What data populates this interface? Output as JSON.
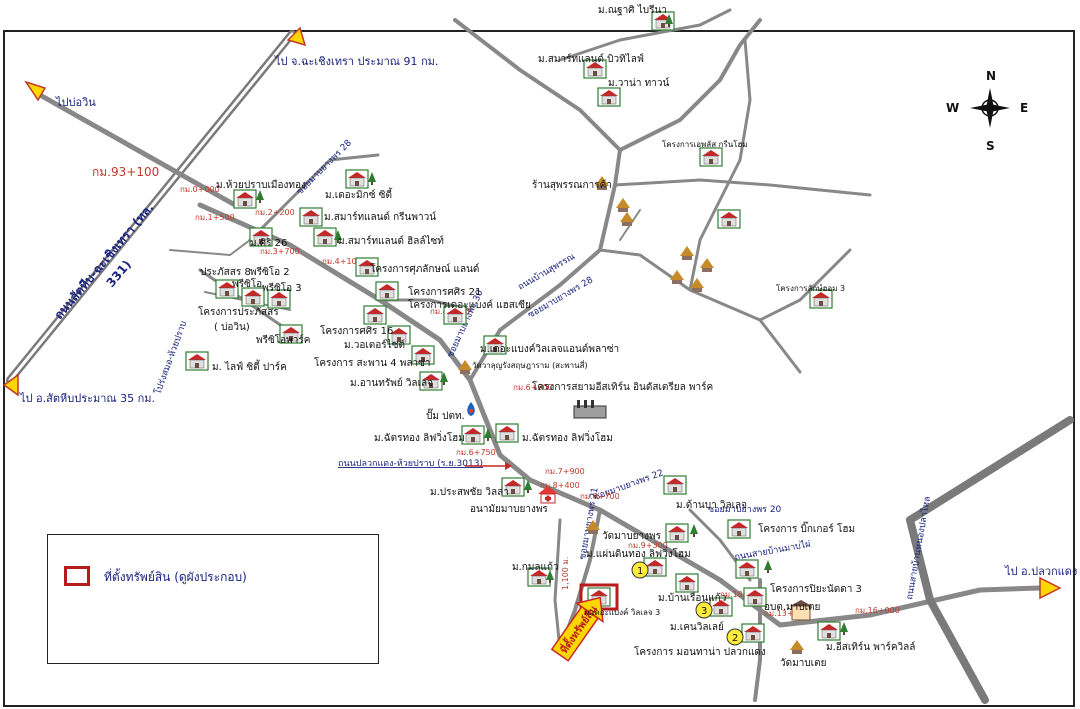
{
  "legend": {
    "label": "ที่ตั้งทรัพย์สิน (ดูผังประกอบ)",
    "swatch_color": "#b71c1c"
  },
  "compass": {
    "n": "N",
    "s": "S",
    "e": "E",
    "w": "W"
  },
  "directions": {
    "chiang_rai": "ไป จ.ฉะเชิงเทรา ประมาณ 91 กม.",
    "bo_win": "ไปบ่อวิน",
    "sattahip": "ไป อ.สัตหีบประมาณ 35 กม.",
    "pluak_daeng": "ไป อ.ปลวกแดง"
  },
  "highway": {
    "name": "ถนนสัตหีบ-ฉะเชิงเทรา (ทล.",
    "number": "331)"
  },
  "km_markers": {
    "km93": "กม.93+100",
    "k0": "กม.0+000",
    "k1_5": "กม.1+500",
    "k2_2": "กม.2+200",
    "k3_7": "กม.3+700",
    "k4_1": "กม.4+100",
    "k4_8": "กม.4+800",
    "k6_3": "กม.6+300",
    "k6_75": "กม.6+750",
    "k7_9": "กม.7+900",
    "k8_4": "กม.8+400",
    "k8_7": "กม.8+700",
    "k9_3": "กม.9+300",
    "k10_9": "กม.10+900",
    "k13_6": "กม.13+600",
    "k16": "กม.16+000"
  },
  "roads": {
    "soi28": "ซอยมาบยางพร 28",
    "soi28b": "ซอยมาบยางพร 28",
    "soi30": "ซอยมาบยางพร 30",
    "soi22": "ซอยมาบยางพร 22",
    "soi20": "ซอยมาบยางพร 20",
    "soi21": "ซอยมาบยางพร 21",
    "buansuthi": "ถนนบ้านสุพรรณ",
    "pluakdaeng_road": "ถนนปลวกแดง-ห้วยปราบ (ร.ย.3013)",
    "ban_nong": "ถนนสายบ้านหนองปลาไหล",
    "mab_yang": "ถนนสายบ้านมาบไผ่",
    "bo_win_road": "โปร่งสมอ-ห้วยปราบ",
    "distance": "1,100 ม."
  },
  "places": {
    "p01": "ม.ณฐาศิ ไบรีนา",
    "p02": "ม.สมาร์ทแลนด์ บิวทิไลฟ์",
    "p03": "ม.วาน่า ทาวน์",
    "p04": "โครงการเอพลัส กรีนโฮม",
    "p05": "ร้านสุพรรณการค้า",
    "p06": "โครงการลักษ์ฮอม 3",
    "p07": "ม.ห้วยปราบเมืองทอง",
    "p08": "ม.เดอะมิกซ์ ซิตี้",
    "p09": "ม.สมาร์ทแลนด์ กรีนพาวน์",
    "p10": "ม.ศิริ 26",
    "p11": "ม.สมาร์ทแลนด์ ฮิลล์ไซท์",
    "p12": "ประภัสสร 8",
    "p13": "พรีซิโอ 2",
    "p14": "พรีซิโอ",
    "p15": "พรีซิโอ 3",
    "p16": "โครงการประภัสสร",
    "p17": "( บ่อวิน)",
    "p18": "พรีซิโอพาร์ค",
    "p19": "ม. ไลฟ์ ซิตี้ ปาร์ค",
    "p20": "โครงการศุภลักษณ์ แลนด์",
    "p21": "โครงการศศิร 21",
    "p22": "โครงการเดอะแบงค์ แฮสเซีย",
    "p23": "โครงการศศิร 16",
    "p24": "ม.วอเตอร์ไซต์",
    "p25": "โครงการ สะพาน 4 พลาซ่า",
    "p26": "ม.อานทรัพย์ วิลเลจ",
    "p27": "ม.เดอะแบงค์วิลเลจแอนด์พลาซ่า",
    "p28": "วัดวาลุญรังสฤษฎาราม (สะพานสี่)",
    "p29": "โครงการสยามอีสเทิร์น อินดัสเตรียล พาร์ค",
    "p30": "ปั๊ม ปตท.",
    "p31": "ม.ฉัตรทอง ลิฟวิ่งโฮม",
    "p32": "ม.ฉัตรทอง ลิฟวิ่งโฮม",
    "p33": "ม.ประสพชัย วิลล่า",
    "p34": "อนามัยมาบยางพร",
    "p35": "ม.ด้านบา วิลเลจ",
    "p36": "วัดมาบยางพร",
    "p37": "ม.แผ่นดินทอง ลิฟวิ่งโฮม",
    "p38": "โครงการ บิ๊กเกอร์ โฮม",
    "p39": "ม.กมลแก้ว",
    "p40": "ม.บ้านเรือนแก้ว",
    "p41": "โครงการปิยะนัดดา 3",
    "p42": "ม.เดอะแบงค์ วิลเลจ 3",
    "p43": "ม.เคนวิลเลย์",
    "p44": "อบต.มาบเตย",
    "p45": "โครงการ มอนทาน่า ปลวกแดง",
    "p46": "วัดมาบเตย",
    "p47": "ม.อีสเทิร์น พาร์ควิลล์",
    "property": "ที่ตั้งทรัพย์สิน",
    "c1": "1",
    "c2": "2",
    "c3": "3"
  }
}
